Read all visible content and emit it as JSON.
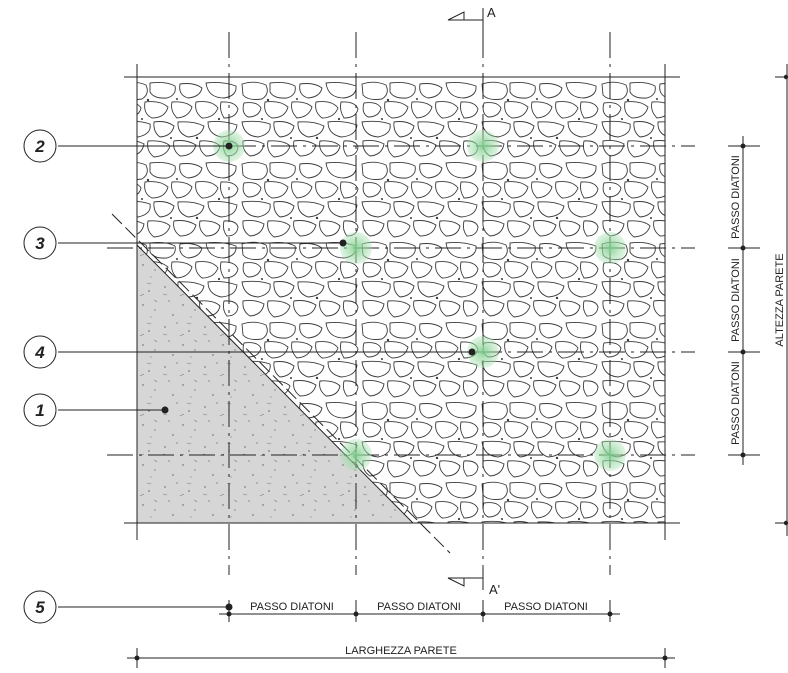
{
  "section_marks": {
    "top": "A",
    "bottom": "A'"
  },
  "callouts": [
    {
      "id": "callout-2",
      "number": "2"
    },
    {
      "id": "callout-3",
      "number": "3"
    },
    {
      "id": "callout-4",
      "number": "4"
    },
    {
      "id": "callout-1",
      "number": "1"
    },
    {
      "id": "callout-5",
      "number": "5"
    }
  ],
  "dimensions": {
    "bottom_passo": [
      "PASSO DIATONI",
      "PASSO DIATONI",
      "PASSO DIATONI"
    ],
    "width_label": "LARGHEZZA PARETE",
    "right_passo": [
      "PASSO DIATONI",
      "PASSO DIATONI",
      "PASSO DIATONI"
    ],
    "height_label": "ALTEZZA PARETE"
  },
  "colors": {
    "line": "#222222",
    "plaster": "#d6d6d6",
    "connector": "#8fd49a",
    "stone_fill": "#ffffff"
  }
}
